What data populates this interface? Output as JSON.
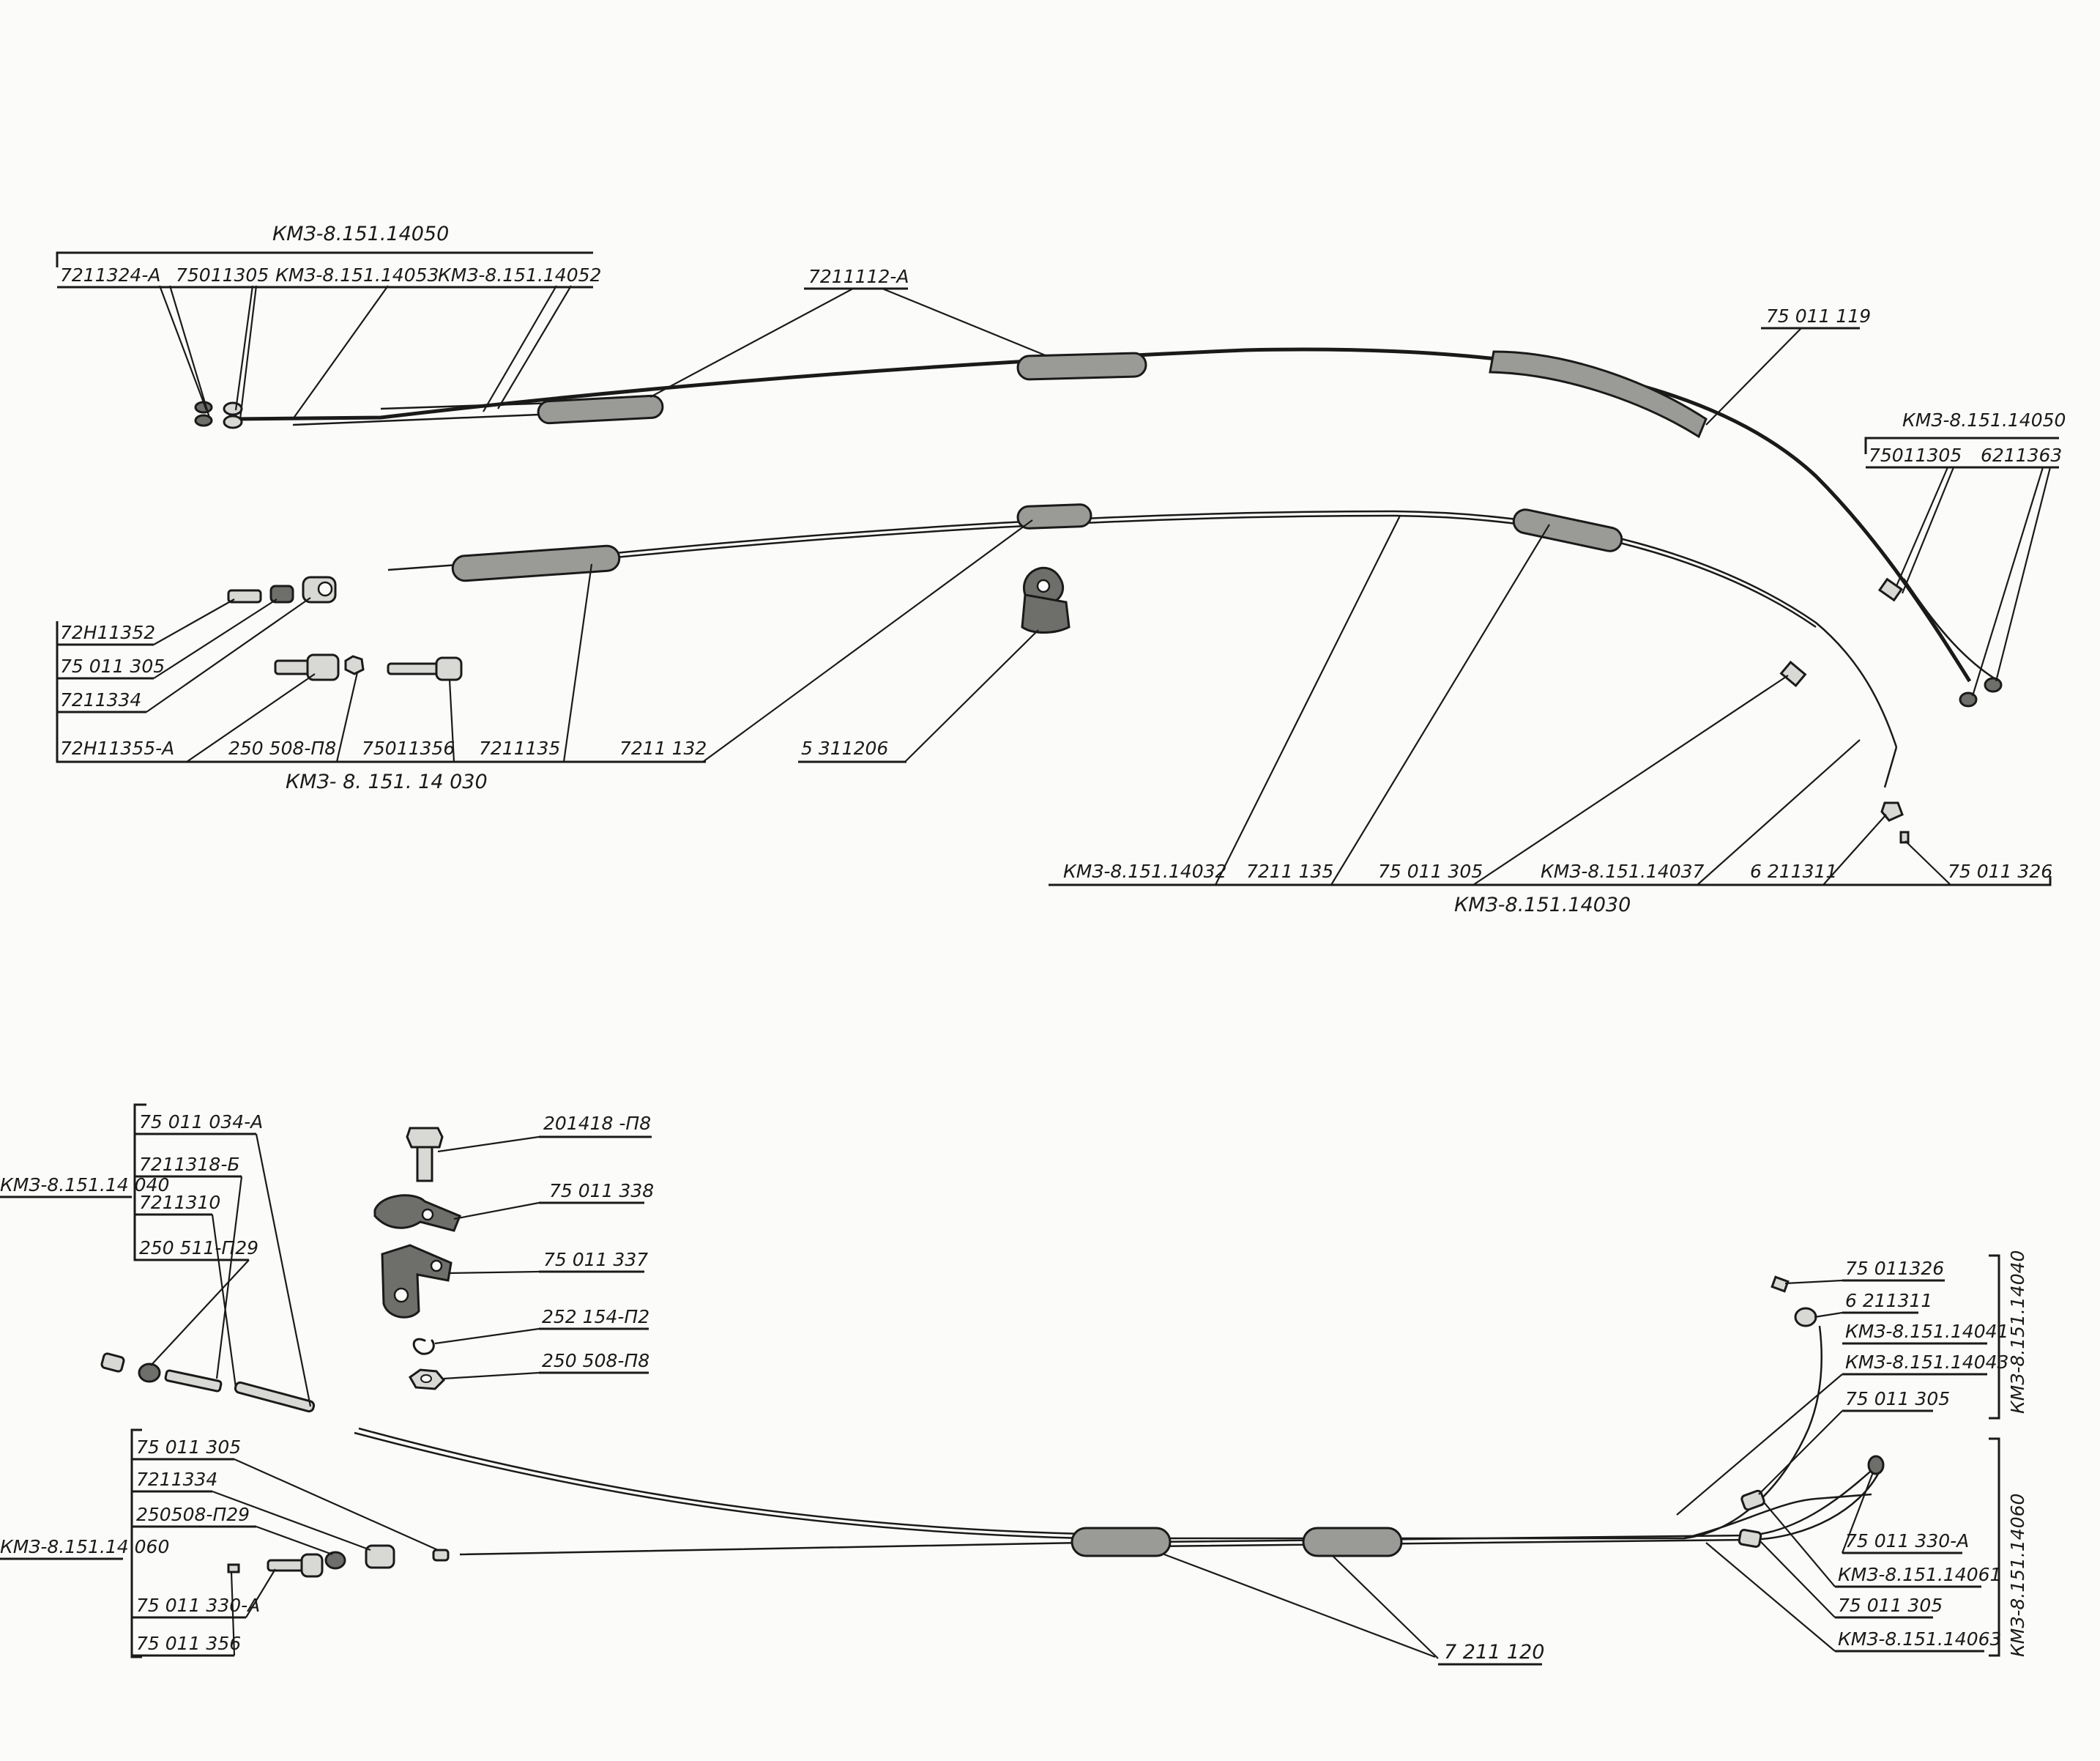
{
  "top": {
    "assembly_label": "КМЗ-8.151.14050",
    "row1": [
      "7211324-А",
      "75011305",
      "КМЗ-8.151.14053",
      "КМЗ-8.151.14052"
    ],
    "sleeve_label": "7211112-А",
    "cable_end_label": "75 011 119",
    "right_assembly_label": "КМЗ-8.151.14050",
    "right_parts": [
      "75011305",
      "6211363"
    ],
    "left_parts_stack": [
      "72Н11352",
      "75 011 305",
      "7211334"
    ],
    "bottom_row": [
      "72Н11355-А",
      "250 508-П8",
      "75011356",
      "7211135",
      "7211 132",
      "5 311206"
    ],
    "bottom_assembly_label": "КМЗ- 8. 151. 14 030",
    "lower_right_row": [
      "КМЗ-8.151.14032",
      "7211 135",
      "75 011 305",
      "КМЗ-8.151.14037",
      "6 211311",
      "75 011 326"
    ],
    "lower_right_assembly_label": "КМЗ-8.151.14030"
  },
  "bottom": {
    "left_assembly_label": "КМЗ-8.151.14 040",
    "left_stack": [
      "75 011 034-А",
      "7211318-Б",
      "7211310",
      "250 511-П29"
    ],
    "center_parts": [
      "201418 -П8",
      "75 011 338",
      "75 011 337",
      "252 154-П2",
      "250 508-П8"
    ],
    "left_lower_assembly_label": "КМЗ-8.151.14 060",
    "left_lower_stack": [
      "75 011 305",
      "7211334",
      "250508-П29",
      "75 011 330-А",
      "75 011 356"
    ],
    "sleeve_label": "7 211 120",
    "right_upper_stack": [
      "75 011326",
      "6 211311",
      "КМЗ-8.151.14041",
      "КМЗ-8.151.14043",
      "75 011 305"
    ],
    "right_upper_assembly_label": "КМЗ-8.151.14040",
    "right_lower_stack": [
      "75 011 330-А",
      "КМЗ-8.151.14061",
      "75 011 305",
      "КМЗ-8.151.14063"
    ],
    "right_lower_assembly_label": "КМЗ-8.151.14060"
  }
}
